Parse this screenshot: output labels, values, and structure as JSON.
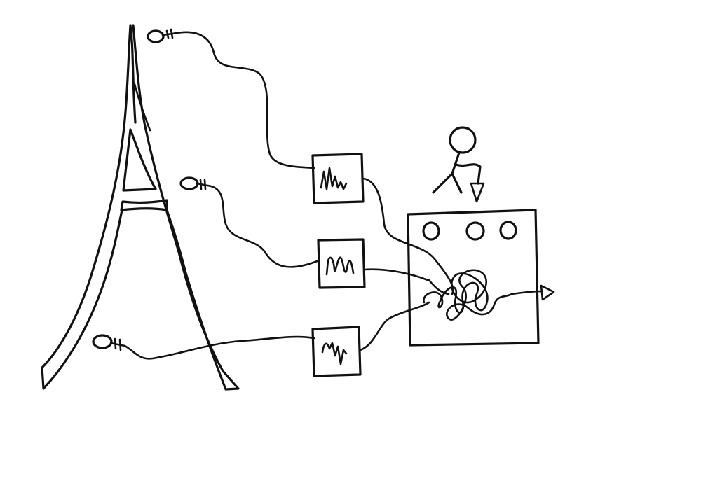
{
  "colors": {
    "ink": "#111111",
    "paper": "#ffffff"
  },
  "diagram": {
    "style": "hand-drawn sketch",
    "nodes": [
      {
        "id": "tower",
        "kind": "tower-icon"
      },
      {
        "id": "mic-top",
        "kind": "microphone-icon"
      },
      {
        "id": "mic-middle",
        "kind": "microphone-icon"
      },
      {
        "id": "mic-bottom",
        "kind": "microphone-icon"
      },
      {
        "id": "waveform-box-top",
        "kind": "waveform-icon"
      },
      {
        "id": "waveform-box-middle",
        "kind": "waveform-icon"
      },
      {
        "id": "waveform-box-bottom",
        "kind": "waveform-icon"
      },
      {
        "id": "mixer",
        "kind": "mixer-icon",
        "knobs": 3
      },
      {
        "id": "person",
        "kind": "stick-figure-icon"
      },
      {
        "id": "output",
        "kind": "arrow-icon"
      }
    ],
    "edges": [
      {
        "from": "mic-top",
        "to": "waveform-box-top"
      },
      {
        "from": "mic-middle",
        "to": "waveform-box-middle"
      },
      {
        "from": "mic-bottom",
        "to": "waveform-box-bottom"
      },
      {
        "from": "waveform-box-top",
        "to": "mixer"
      },
      {
        "from": "waveform-box-middle",
        "to": "mixer"
      },
      {
        "from": "waveform-box-bottom",
        "to": "mixer"
      },
      {
        "from": "person",
        "to": "mixer"
      },
      {
        "from": "mixer",
        "to": "output"
      }
    ]
  }
}
